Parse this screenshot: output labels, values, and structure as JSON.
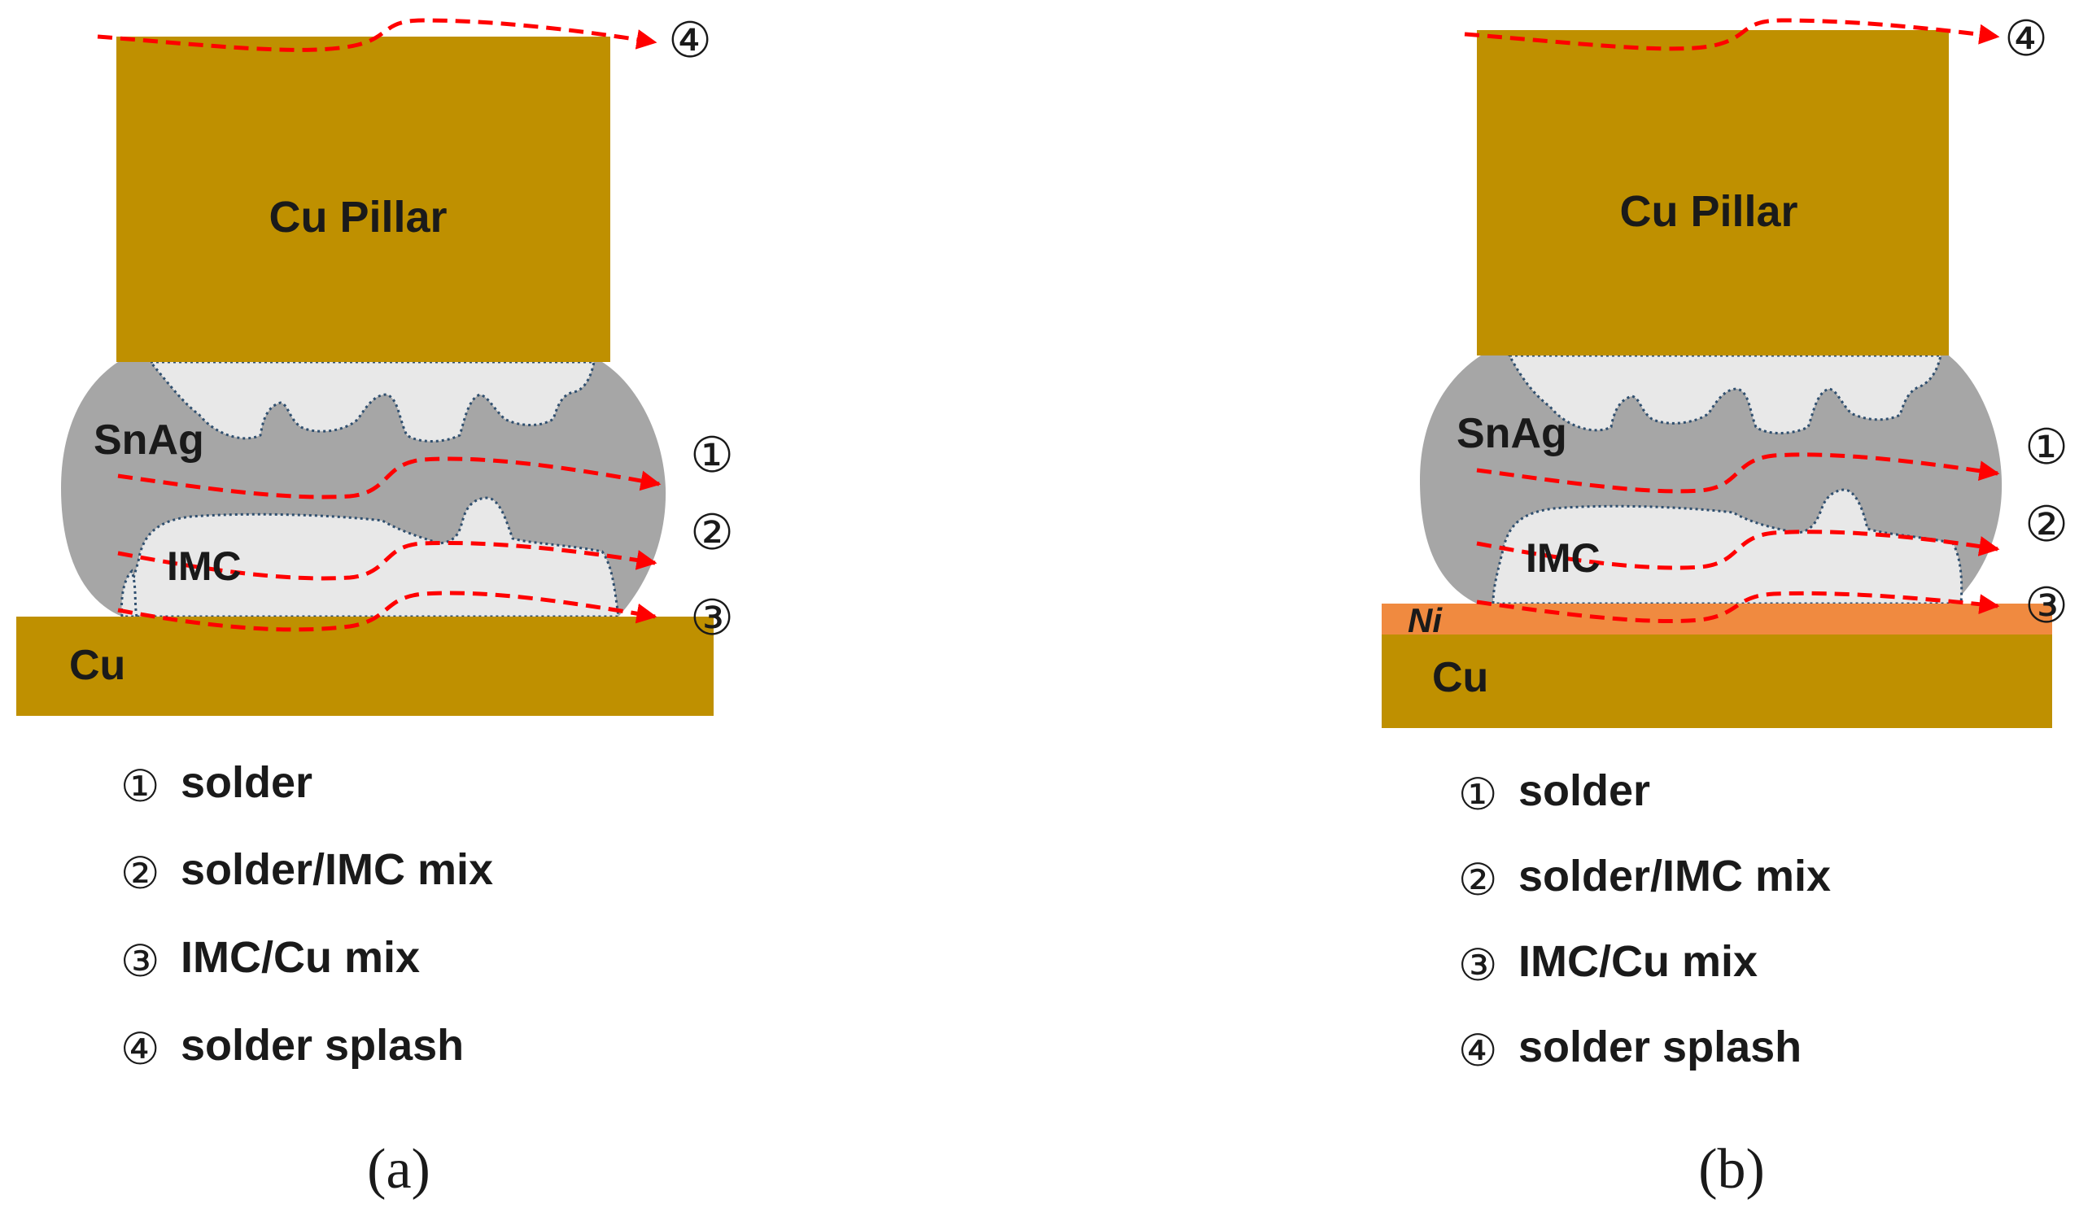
{
  "colors": {
    "copper": "#BF9000",
    "solder": "#A6A6A6",
    "imc": "#E8E8E8",
    "nickel": "#F08A40",
    "arrow": "#FF0000",
    "text": "#1a1a1a"
  },
  "panels": [
    {
      "id": "a",
      "pillar_label": "Cu Pillar",
      "solder_label": "SnAg",
      "imc_label": "IMC",
      "substrate_label": "Cu",
      "nickel_label": "",
      "arrow_markers": [
        "④",
        "①",
        "②",
        "③"
      ],
      "legend": [
        {
          "marker": "①",
          "text": "solder"
        },
        {
          "marker": "②",
          "text": "solder/IMC mix"
        },
        {
          "marker": "③",
          "text": "IMC/Cu mix"
        },
        {
          "marker": "④",
          "text": "solder splash"
        }
      ],
      "caption": "(a)"
    },
    {
      "id": "b",
      "pillar_label": "Cu Pillar",
      "solder_label": "SnAg",
      "imc_label": "IMC",
      "substrate_label": "Cu",
      "nickel_label": "Ni",
      "arrow_markers": [
        "④",
        "①",
        "②",
        "③"
      ],
      "legend": [
        {
          "marker": "①",
          "text": "solder"
        },
        {
          "marker": "②",
          "text": "solder/IMC mix"
        },
        {
          "marker": "③",
          "text": "IMC/Cu mix"
        },
        {
          "marker": "④",
          "text": "solder splash"
        }
      ],
      "caption": "(b)"
    }
  ]
}
